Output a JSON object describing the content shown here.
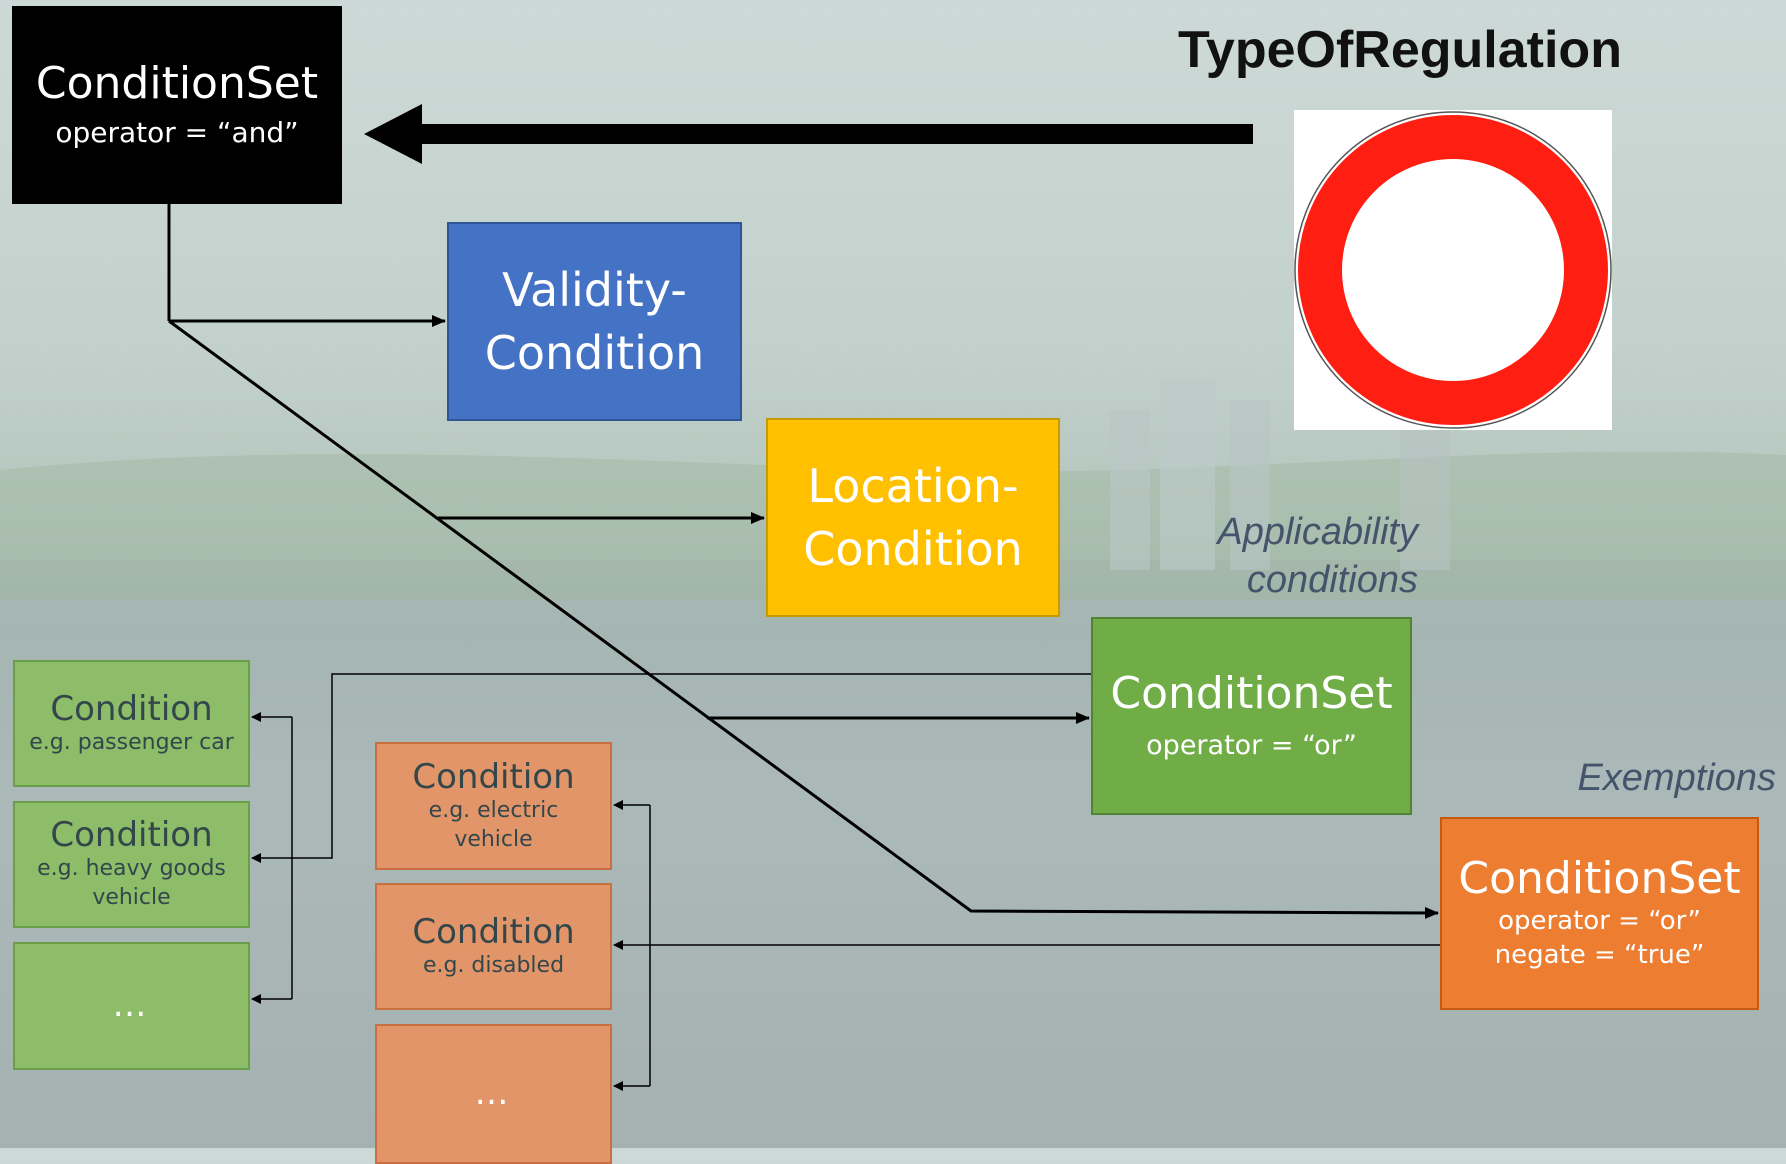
{
  "title": "TypeOfRegulation",
  "sign_icon": "no-vehicles-sign-icon",
  "colors": {
    "root": "#000000",
    "validity": "#4472c4",
    "location": "#ffc000",
    "applicability": "#70ad47",
    "exemption": "#ed7d31",
    "sign_ring": "#ff1e12"
  },
  "root_set": {
    "title": "ConditionSet",
    "detail": "operator = “and”"
  },
  "validity": {
    "line1": "Validity-",
    "line2": "Condition"
  },
  "location": {
    "line1": "Location-",
    "line2": "Condition"
  },
  "applicability": {
    "label_line1": "Applicability",
    "label_line2": "conditions",
    "set_title": "ConditionSet",
    "set_detail": "operator = “or”",
    "conditions": [
      {
        "title": "Condition",
        "example": "e.g. passenger car"
      },
      {
        "title": "Condition",
        "example_line1": "e.g. heavy goods",
        "example_line2": "vehicle"
      },
      {
        "title": "…"
      }
    ]
  },
  "exemptions": {
    "label": "Exemptions",
    "set_title": "ConditionSet",
    "set_detail1": "operator = “or”",
    "set_detail2": "negate = “true”",
    "conditions": [
      {
        "title": "Condition",
        "example_line1": "e.g. electric",
        "example_line2": "vehicle"
      },
      {
        "title": "Condition",
        "example": "e.g. disabled"
      },
      {
        "title": "…"
      }
    ]
  }
}
